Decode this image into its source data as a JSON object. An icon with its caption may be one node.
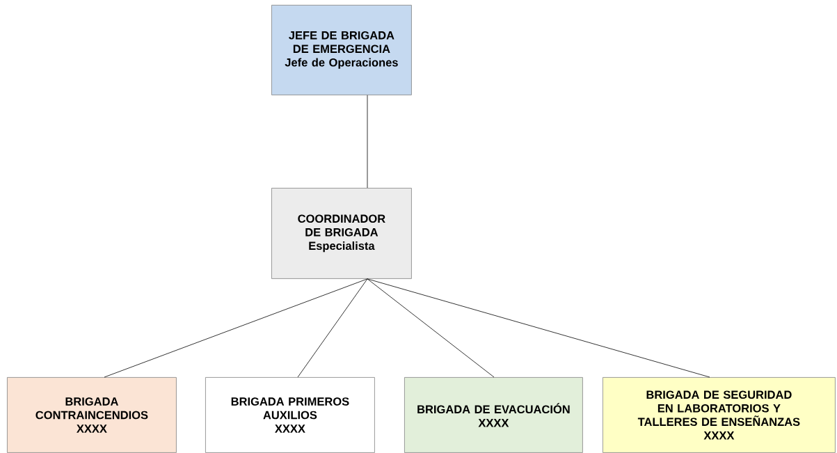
{
  "diagram": {
    "nodes": [
      {
        "text": [
          "JEFE DE BRIGADA DE EMERGENCIA",
          "Jefe de Operaciones"
        ]
      },
      {
        "text": [
          "COORDINADOR DE BRIGADA",
          "Especialista"
        ]
      },
      {
        "text": [
          "BRIGADA CONTRAINCENDIOS",
          "XXXX"
        ]
      },
      {
        "text": [
          "BRIGADA PRIMEROS AUXILIOS",
          "XXXX"
        ]
      },
      {
        "text": [
          "BRIGADA DE EVACUACIÓN",
          "XXXX"
        ]
      },
      {
        "text": [
          "BRIGADA DE SEGURIDAD EN LABORATORIOS Y TALLERES DE ENSEÑANZAS",
          "XXXX"
        ]
      }
    ],
    "edges": [
      {
        "from": 0,
        "to": 1,
        "arrow": "none"
      },
      {
        "from": 1,
        "to": 2,
        "arrow": "none"
      },
      {
        "from": 1,
        "to": 3,
        "arrow": "none"
      },
      {
        "from": 1,
        "to": 4,
        "arrow": "none"
      },
      {
        "from": 1,
        "to": 5,
        "arrow": "none"
      }
    ]
  }
}
